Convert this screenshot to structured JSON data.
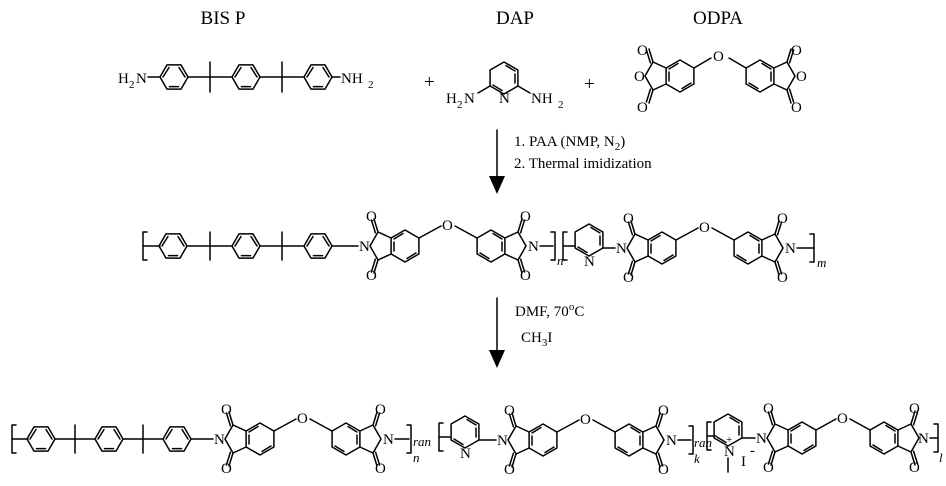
{
  "headers": {
    "bisp": "BIS P",
    "dap": "DAP",
    "odpa": "ODPA"
  },
  "plus": "+",
  "atoms": {
    "h": "H",
    "n": "N",
    "o": "O",
    "i": "I",
    "nh": "NH",
    "num2": "2",
    "plus_charge": "+",
    "minus_charge": "-"
  },
  "step1": {
    "line1_prefix": "1. PAA (NMP, N",
    "line1_sub": "2",
    "line1_suffix": ")",
    "line2": "2. Thermal imidization"
  },
  "step2": {
    "line1": "DMF, 70",
    "line1_sup": "o",
    "line1_suffix": "C",
    "line2_a": "CH",
    "line2_sub": "3",
    "line2_b": "I"
  },
  "indices": {
    "n": "n",
    "m": "m",
    "k": "k",
    "l": "l",
    "ran": "ran"
  }
}
